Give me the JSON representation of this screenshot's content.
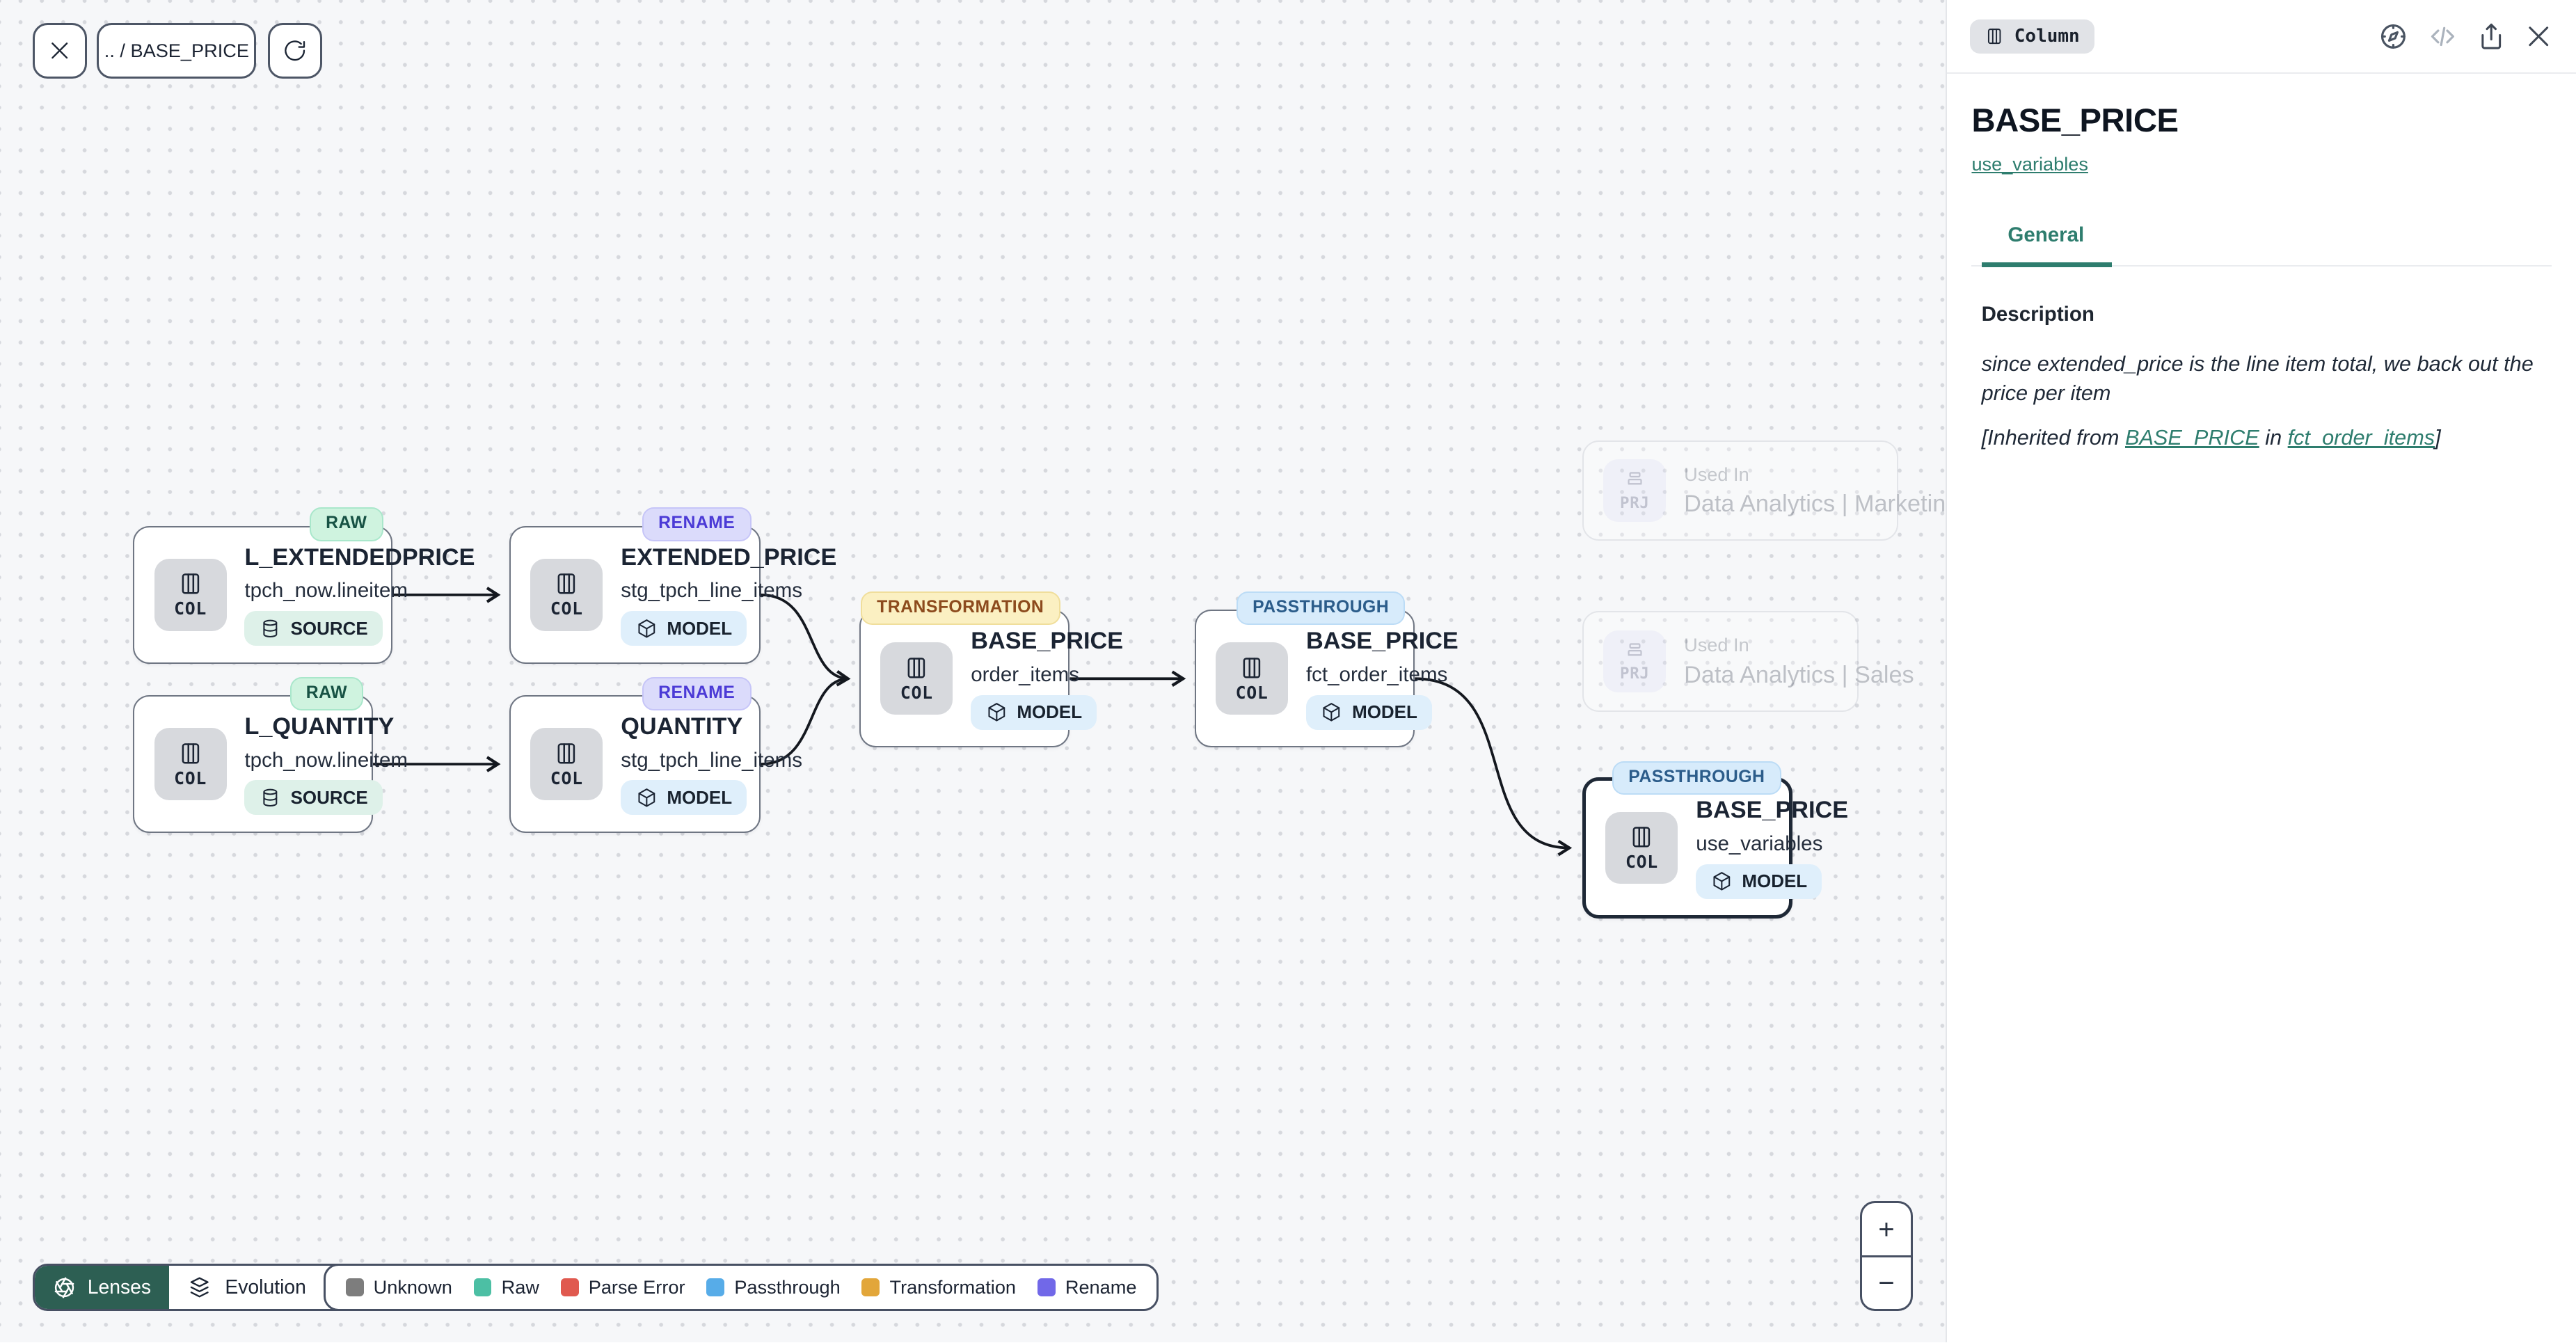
{
  "canvas": {
    "toolbar": {
      "breadcrumb": ".. / BASE_PRICE"
    },
    "nodes": [
      {
        "kind": "COL",
        "title": "L_EXTENDEDPRICE",
        "subtitle": "tpch_now.lineitem",
        "type": "SOURCE",
        "status": "RAW"
      },
      {
        "kind": "COL",
        "title": "EXTENDED_PRICE",
        "subtitle": "stg_tpch_line_items",
        "type": "MODEL",
        "status": "RENAME"
      },
      {
        "kind": "COL",
        "title": "L_QUANTITY",
        "subtitle": "tpch_now.lineitem",
        "type": "SOURCE",
        "status": "RAW"
      },
      {
        "kind": "COL",
        "title": "QUANTITY",
        "subtitle": "stg_tpch_line_items",
        "type": "MODEL",
        "status": "RENAME"
      },
      {
        "kind": "COL",
        "title": "BASE_PRICE",
        "subtitle": "order_items",
        "type": "MODEL",
        "status": "TRANSFORMATION"
      },
      {
        "kind": "COL",
        "title": "BASE_PRICE",
        "subtitle": "fct_order_items",
        "type": "MODEL",
        "status": "PASSTHROUGH"
      },
      {
        "kind": "COL",
        "title": "BASE_PRICE",
        "subtitle": "use_variables",
        "type": "MODEL",
        "status": "PASSTHROUGH",
        "selected": true
      }
    ],
    "used_in": [
      {
        "kind": "PRJ",
        "label": "Used In",
        "name": "Data Analytics | Marketing"
      },
      {
        "kind": "PRJ",
        "label": "Used In",
        "name": "Data Analytics | Sales"
      }
    ],
    "lenses": {
      "button": "Lenses",
      "mode": "Evolution"
    },
    "legend": {
      "items": [
        {
          "label": "Unknown",
          "color": "#7d7d7d"
        },
        {
          "label": "Raw",
          "color": "#4cbfa4"
        },
        {
          "label": "Parse Error",
          "color": "#e0594f"
        },
        {
          "label": "Passthrough",
          "color": "#57ace8"
        },
        {
          "label": "Transformation",
          "color": "#e2a63a"
        },
        {
          "label": "Rename",
          "color": "#7168e8"
        }
      ]
    },
    "zoom_controls": {
      "zoom_in": "+",
      "zoom_out": "−"
    }
  },
  "panel": {
    "type_badge": "Column",
    "title": "BASE_PRICE",
    "model_link": "use_variables",
    "tabs": [
      {
        "label": "General"
      }
    ],
    "section": {
      "heading": "Description",
      "body": "since extended_price is the line item total, we back out the price per item",
      "inherited": {
        "prefix": "[Inherited from ",
        "link_column": "BASE_PRICE",
        "middle": " in ",
        "link_model": "fct_order_items",
        "suffix": "]"
      }
    }
  }
}
